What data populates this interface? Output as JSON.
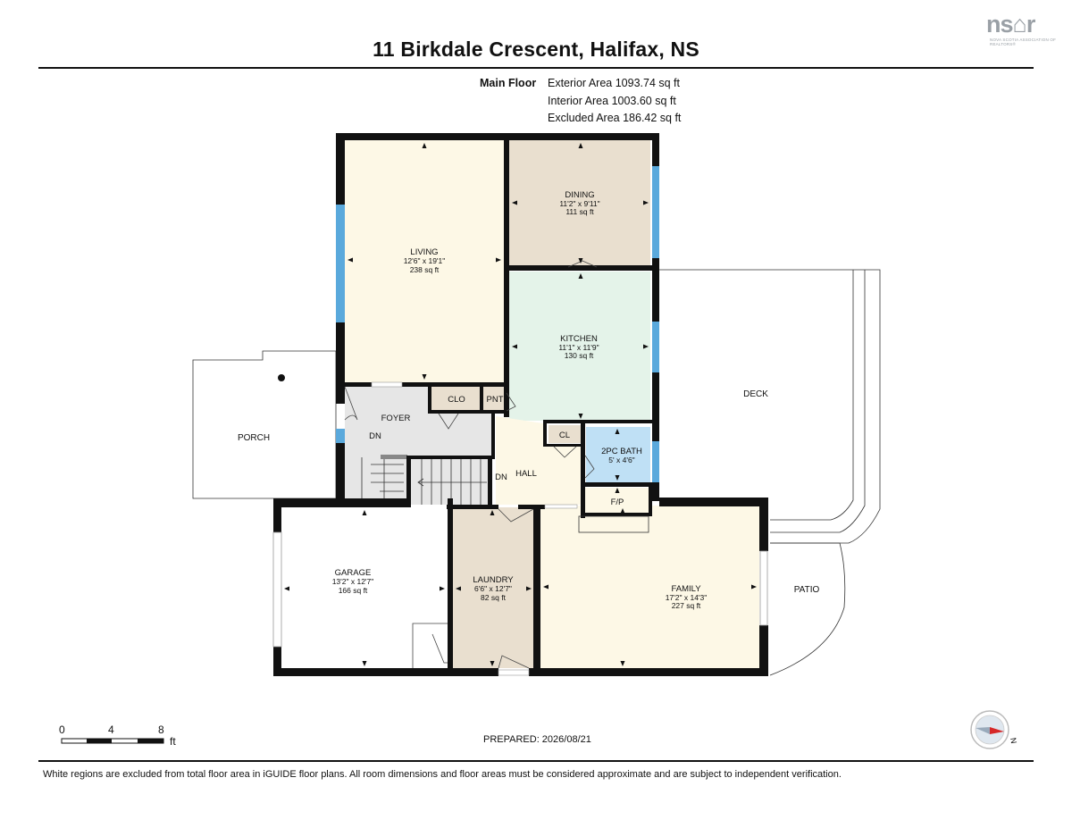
{
  "header": {
    "title": "11 Birkdale Crescent, Halifax, NS",
    "logo": {
      "text": "ns⌂r",
      "sub": "NOVA SCOTIA ASSOCIATION OF REALTORS®",
      "icon": "nsar-logo"
    }
  },
  "floor": {
    "label": "Main Floor",
    "exterior_area": "Exterior Area 1093.74 sq ft",
    "interior_area": "Interior Area 1003.60 sq ft",
    "excluded_area": "Excluded Area 186.42 sq ft"
  },
  "rooms": {
    "living": {
      "name": "LIVING",
      "dims": "12'6\" x 19'1\"",
      "area": "238 sq ft",
      "color": "#fdf8e6"
    },
    "dining": {
      "name": "DINING",
      "dims": "11'2\" x 9'11\"",
      "area": "111 sq ft",
      "color": "#e9dfcf"
    },
    "kitchen": {
      "name": "KITCHEN",
      "dims": "11'1\" x 11'9\"",
      "area": "130 sq ft",
      "color": "#e4f3e9"
    },
    "foyer": {
      "name": "FOYER",
      "color": "#e6e6e6"
    },
    "clo": {
      "name": "CLO"
    },
    "pnt": {
      "name": "PNT"
    },
    "hall": {
      "name": "HALL",
      "color": "#fdf8e6"
    },
    "cl": {
      "name": "CL"
    },
    "bath": {
      "name": "2PC BATH",
      "dims": "5' x 4'6\"",
      "color": "#bfe0f5"
    },
    "fp": {
      "name": "F/P"
    },
    "garage": {
      "name": "GARAGE",
      "dims": "13'2\" x 12'7\"",
      "area": "166 sq ft",
      "color": "#ffffff"
    },
    "laundry": {
      "name": "LAUNDRY",
      "dims": "6'6\" x 12'7\"",
      "area": "82 sq ft",
      "color": "#e9dfcf"
    },
    "family": {
      "name": "FAMILY",
      "dims": "17'2\" x 14'3\"",
      "area": "227 sq ft",
      "color": "#fdf8e6"
    },
    "dn_foyer": "DN",
    "dn_hall": "DN"
  },
  "outdoor": {
    "porch": "PORCH",
    "deck": "DECK",
    "patio": "PATIO"
  },
  "scale": {
    "ticks": [
      "0",
      "4",
      "8"
    ],
    "unit": "ft"
  },
  "compass": {
    "label": "N",
    "icon": "compass-icon"
  },
  "prepared": "PREPARED: 2026/08/21",
  "disclaimer": "White regions are excluded from total floor area in iGUIDE floor plans. All room dimensions and floor areas must be considered approximate and are subject to independent verification.",
  "colors": {
    "wall": "#111111",
    "window": "#5aa9dc"
  }
}
